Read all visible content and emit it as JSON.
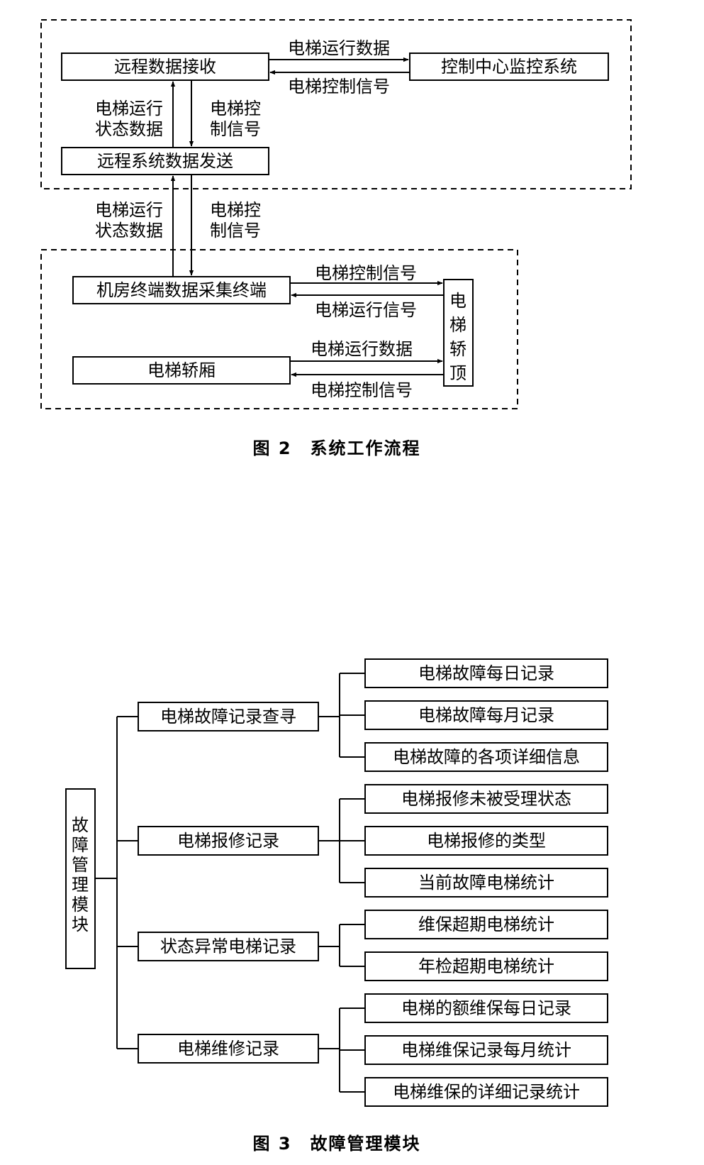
{
  "figure2": {
    "caption": "图 2　系统工作流程",
    "boxes": {
      "remote_receive": "远程数据接收",
      "control_center": "控制中心监控系统",
      "remote_send": "远程系统数据发送",
      "room_terminal": "机房终端数据采集终端",
      "car": "电梯轿厢",
      "car_top": [
        "电",
        "梯",
        "轿",
        "顶"
      ]
    },
    "arrows": {
      "run_data": "电梯运行数据",
      "control_signal": "电梯控制信号",
      "state_data_1": [
        "电梯运行",
        "状态数据"
      ],
      "ctrl_signal_1": [
        "电梯控",
        "制信号"
      ],
      "state_data_2": [
        "电梯运行",
        "状态数据"
      ],
      "ctrl_signal_2": [
        "电梯控",
        "制信号"
      ],
      "terminal_to_top": "电梯控制信号",
      "top_to_terminal": "电梯运行信号",
      "car_to_top": "电梯运行数据",
      "top_to_car": "电梯控制信号"
    }
  },
  "figure3": {
    "caption": "图 3　故障管理模块",
    "root": [
      "故",
      "障",
      "管",
      "理",
      "模",
      "块"
    ],
    "groups": [
      {
        "label": "电梯故障记录查寻",
        "items": [
          "电梯故障每日记录",
          "电梯故障每月记录",
          "电梯故障的各项详细信息"
        ]
      },
      {
        "label": "电梯报修记录",
        "items": [
          "电梯报修未被受理状态",
          "电梯报修的类型",
          "当前故障电梯统计"
        ]
      },
      {
        "label": "状态异常电梯记录",
        "items": [
          "维保超期电梯统计",
          "年检超期电梯统计"
        ]
      },
      {
        "label": "电梯维修记录",
        "items": [
          "电梯的额维保每日记录",
          "电梯维保记录每月统计",
          "电梯维保的详细记录统计"
        ]
      }
    ]
  }
}
